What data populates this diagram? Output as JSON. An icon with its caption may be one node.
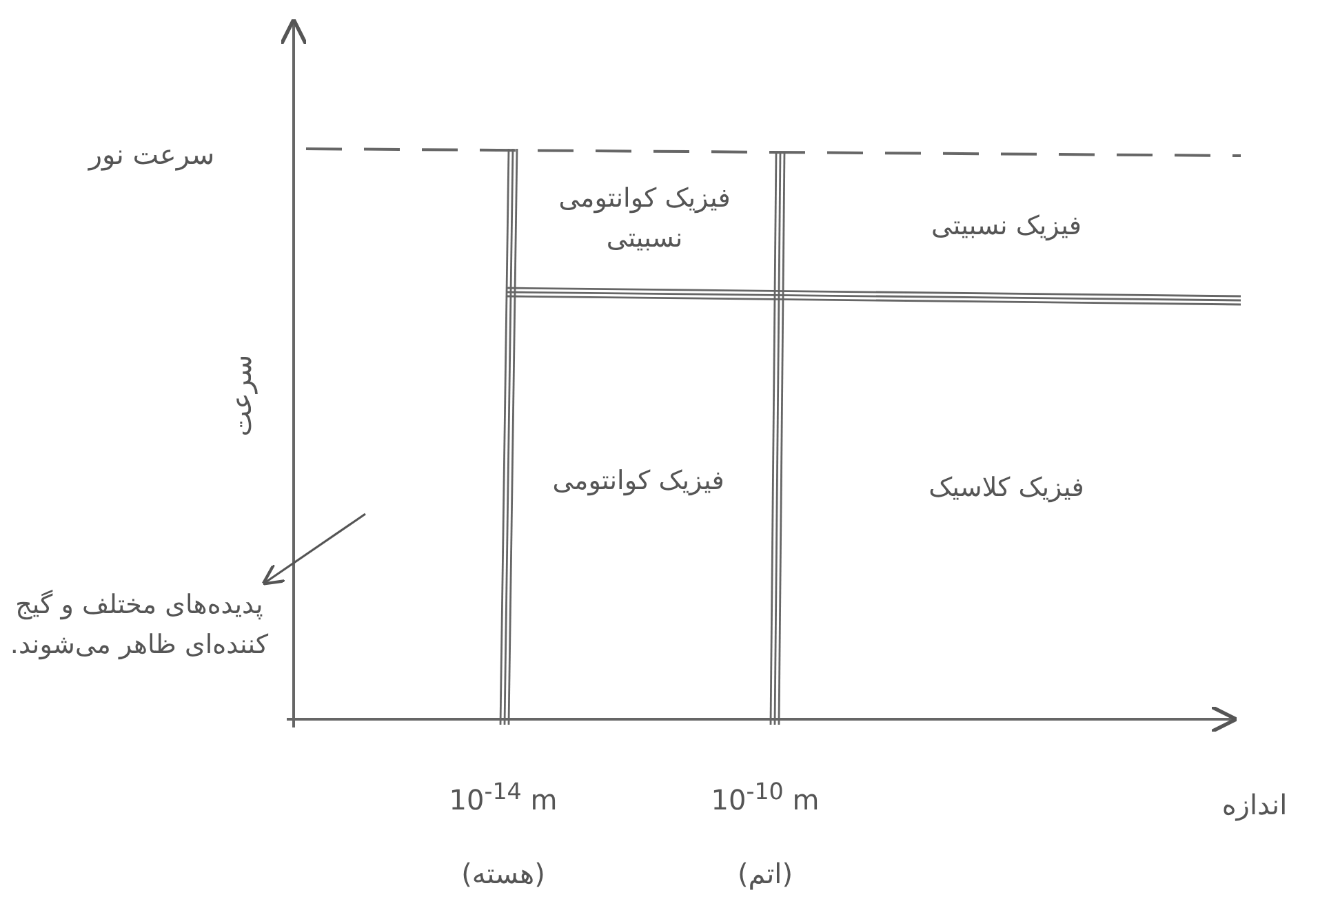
{
  "diagram": {
    "nodes": [
      {
        "text": [
          "فیزیک کوانتومی نسبیتی"
        ]
      },
      {
        "text": [
          "فیزیک نسبیتی"
        ]
      },
      {
        "text": [
          "فیزیک کوانتومی"
        ]
      },
      {
        "text": [
          "فیزیک کلاسیک"
        ]
      },
      {
        "text": [
          "پدیده‌های مختلف و گیج کننده‌ای ظاهر می‌شوند."
        ]
      }
    ],
    "edges": [
      {
        "from": null,
        "to": 4,
        "arrow": "to"
      }
    ],
    "labels": [
      "سرعت نور",
      "سرعت",
      "10$^{-14}$ m",
      "(هسته)",
      "10$^{-10}$ m",
      "(اتم)",
      "اندازه"
    ]
  }
}
